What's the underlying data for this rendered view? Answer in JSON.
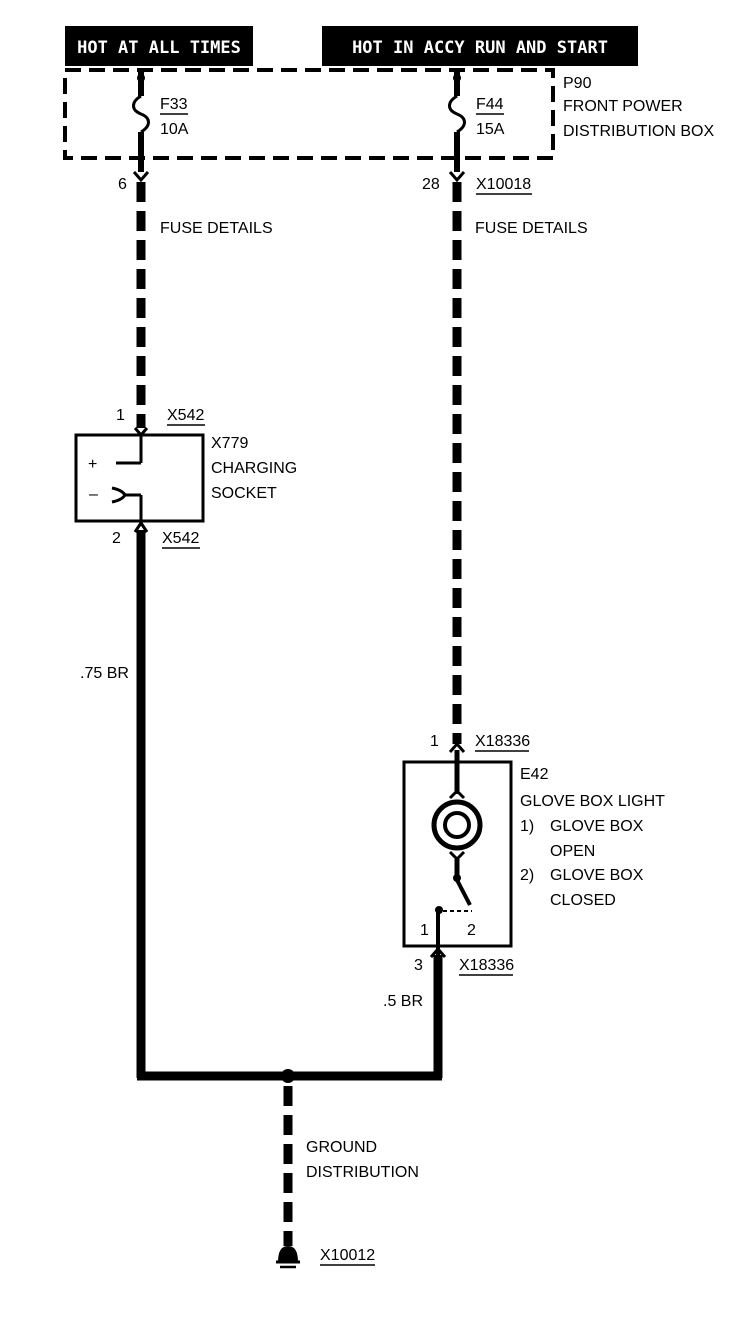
{
  "headers": {
    "left": "HOT AT ALL TIMES",
    "right": "HOT IN ACCY RUN AND START"
  },
  "distribution_box": {
    "id": "P90",
    "line1": "FRONT POWER",
    "line2": "DISTRIBUTION BOX",
    "fuse_left": {
      "id": "F33",
      "rating": "10A",
      "pin": "6"
    },
    "fuse_right": {
      "id": "F44",
      "rating": "15A",
      "pin": "28",
      "connector": "X10018"
    }
  },
  "fuse_details_left": "FUSE DETAILS",
  "fuse_details_right": "FUSE DETAILS",
  "charging_socket": {
    "id": "X779",
    "line1": "CHARGING",
    "line2": "SOCKET",
    "pin_top": "1",
    "conn_top": "X542",
    "pin_bottom": "2",
    "conn_bottom": "X542",
    "plus": "+",
    "minus": "–"
  },
  "wire_left": ".75 BR",
  "glove_box_light": {
    "id": "E42",
    "title": "GLOVE BOX LIGHT",
    "note1_num": "1)",
    "note1_a": "GLOVE BOX",
    "note1_b": "OPEN",
    "note2_num": "2)",
    "note2_a": "GLOVE BOX",
    "note2_b": "CLOSED",
    "pin_top": "1",
    "conn_top": "X18336",
    "pin_bottom": "3",
    "conn_bottom": "X18336",
    "switch_pos1": "1",
    "switch_pos2": "2"
  },
  "wire_right": ".5 BR",
  "ground": {
    "line1": "GROUND",
    "line2": "DISTRIBUTION",
    "connector": "X10012"
  }
}
